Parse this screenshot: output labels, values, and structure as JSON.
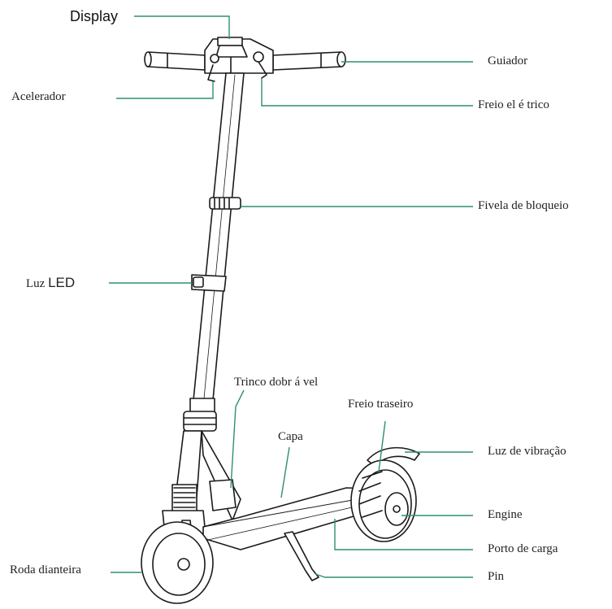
{
  "labels": {
    "display": "Display",
    "accelerator": "Acelerador",
    "handlebar": "Guiador",
    "electric_brake": "Freio el é trico",
    "lock_buckle": "Fivela de bloqueio",
    "led_light_prefix": "Luz",
    "led_light_suffix": "LED",
    "folding_latch": "Trinco dobr á vel",
    "rear_brake": "Freio traseiro",
    "deck": "Capa",
    "vibration_light": "Luz de vibração",
    "engine": "Engine",
    "charging_port": "Porto de carga",
    "kickstand": "Pin",
    "front_wheel": "Roda dianteira"
  },
  "colors": {
    "leader_line": "#2f8f6f",
    "drawing_stroke": "#1a1a1a",
    "label_text": "#222222"
  }
}
